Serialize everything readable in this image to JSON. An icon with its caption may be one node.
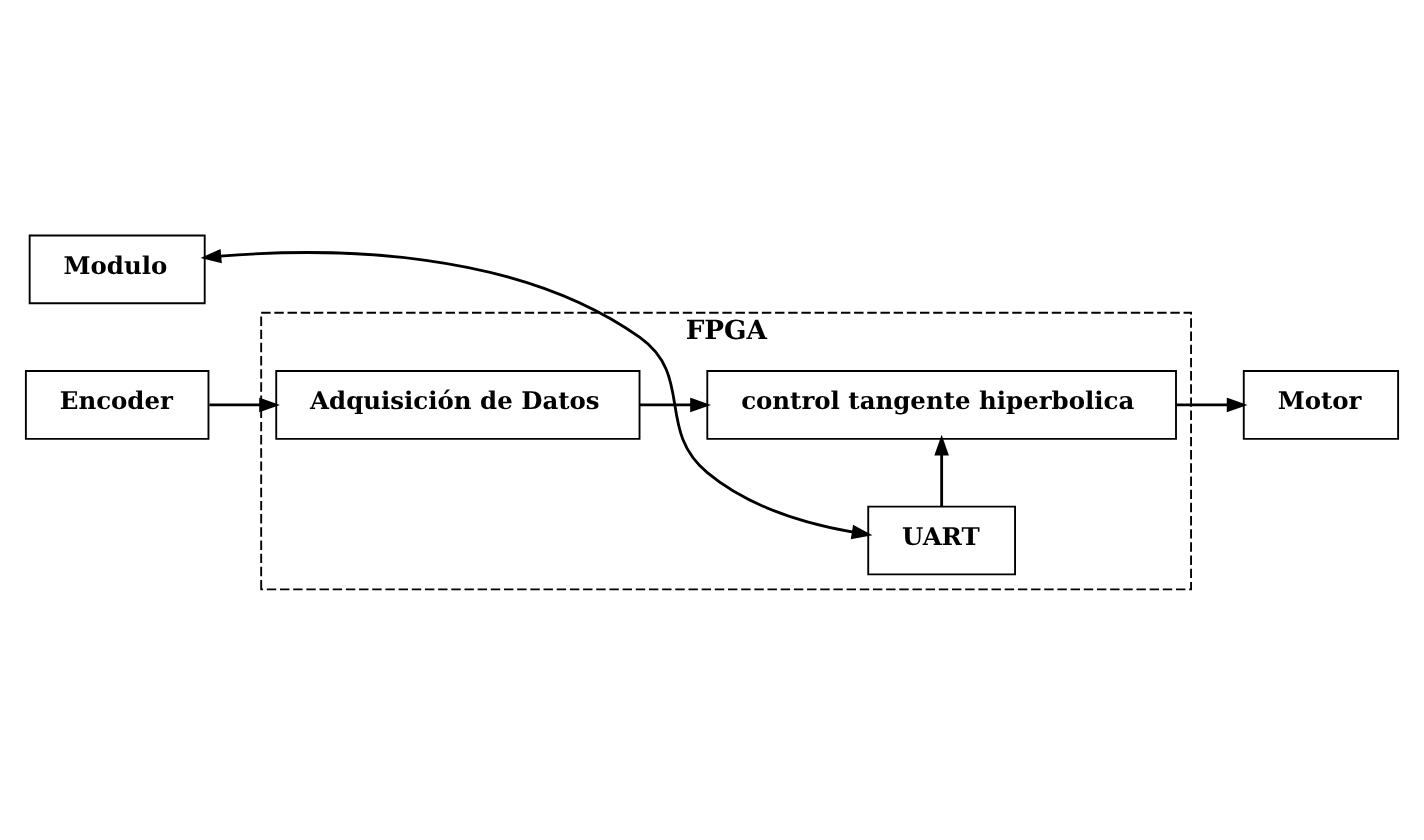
{
  "diagram": {
    "nodes": [
      {
        "text": [
          "FPGA"
        ]
      },
      {
        "text": [
          "Encoder"
        ]
      },
      {
        "text": [
          "Adquisición de Datos"
        ],
        "in": 0
      },
      {
        "text": [
          "control tangente hiperbolica"
        ],
        "in": 0
      },
      {
        "text": [
          "Motor"
        ]
      },
      {
        "text": [
          "UART"
        ],
        "in": 0
      },
      {
        "text": [
          "Modulo"
        ]
      }
    ],
    "edges": [
      {
        "from": 1,
        "to": 2,
        "arrow": "to"
      },
      {
        "from": 2,
        "to": 3,
        "arrow": "to"
      },
      {
        "from": 3,
        "to": 4,
        "arrow": "to"
      },
      {
        "from": 5,
        "to": 3,
        "arrow": "to"
      },
      {
        "from": 6,
        "to": 5,
        "arrow": "both"
      }
    ]
  }
}
